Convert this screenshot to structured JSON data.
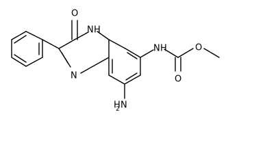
{
  "molecule": {
    "labels": {
      "carbonyl_o": "O",
      "ring_nh": "H",
      "ring_nh_n": "N",
      "ring_n": "N",
      "amine_n": "N",
      "amine_h": "H",
      "amine_h_subscript": "2",
      "carbamate_n": "N",
      "carbamate_h": "H",
      "ester_o": "O",
      "carbamate_o": "O"
    }
  }
}
